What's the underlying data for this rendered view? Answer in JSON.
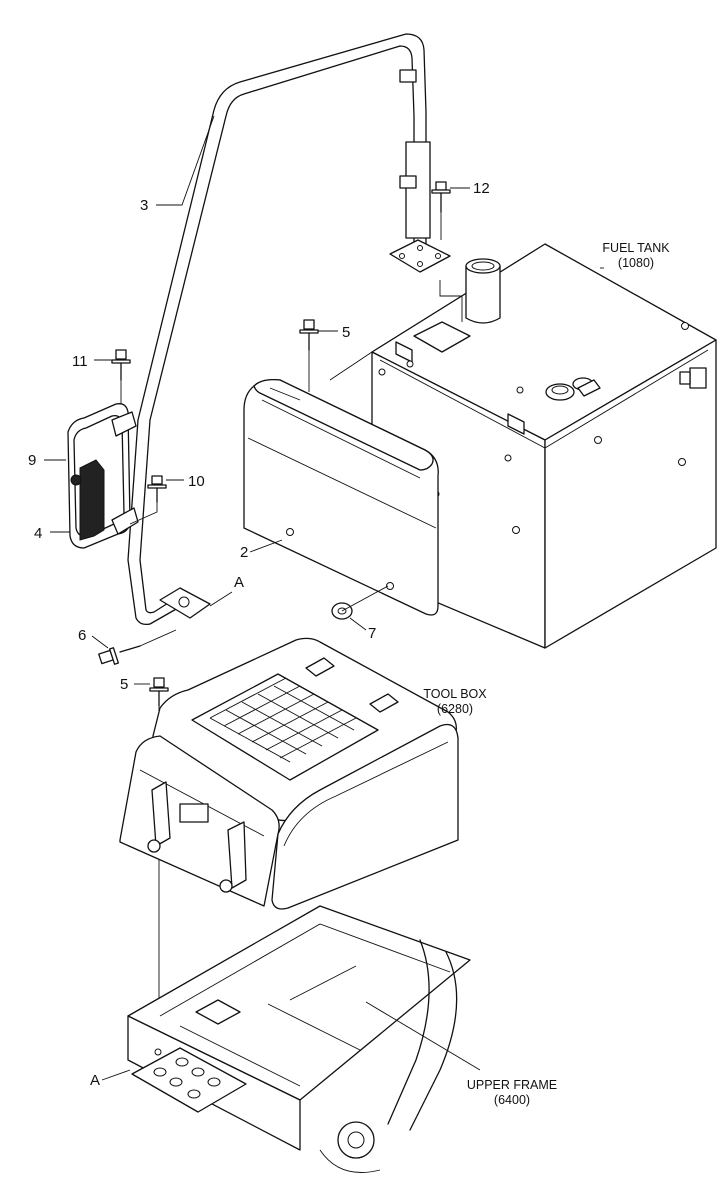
{
  "callouts": {
    "c3": "3",
    "c12": "12",
    "c5_top": "5",
    "c11": "11",
    "c9": "9",
    "c10": "10",
    "c4": "4",
    "c2": "2",
    "cA_top": "A",
    "c6": "6",
    "c7": "7",
    "c5_bottom": "5",
    "cA_bottom": "A"
  },
  "components": {
    "fuel_tank": {
      "name": "FUEL TANK",
      "ref": "(1080)"
    },
    "tool_box": {
      "name": "TOOL BOX",
      "ref": "(6280)"
    },
    "upper_frame": {
      "name": "UPPER FRAME",
      "ref": "(6400)"
    }
  }
}
